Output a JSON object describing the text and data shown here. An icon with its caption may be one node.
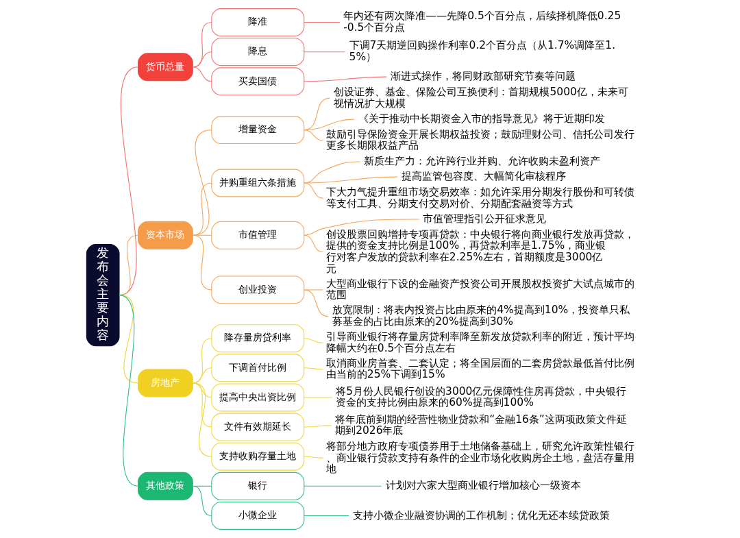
{
  "diagram": {
    "nodes": [
      {
        "text": [
          "发布会主要内容"
        ]
      },
      {
        "text": [
          "货币总量"
        ]
      },
      {
        "text": [
          "降准"
        ]
      },
      {
        "text": [
          "年内还有两次降准——先降0.5个百分点，后续择机降低0.25-0.5个百分点"
        ]
      },
      {
        "text": [
          "降息"
        ]
      },
      {
        "text": [
          "下调7天期逆回购操作利率0.2个百分点（从1.7%调降至1.5%）"
        ]
      },
      {
        "text": [
          "买卖国债"
        ]
      },
      {
        "text": [
          "渐进式操作，将同财政部研究节奏等问题"
        ]
      },
      {
        "text": [
          "资本市场"
        ]
      },
      {
        "text": [
          "增量资金"
        ]
      },
      {
        "text": [
          "创设证券、基金、保险公司互换便利：首期规模5000亿，未来可视情况扩大规模"
        ]
      },
      {
        "text": [
          "《关于推动中长期资金入市的指导意见》将于近期印发"
        ]
      },
      {
        "text": [
          "鼓励引导保险资金开展长期权益投资；鼓励理财公司、信托公司发行更多长期限权益产品"
        ]
      },
      {
        "text": [
          "并购重组六条措施"
        ]
      },
      {
        "text": [
          "新质生产力：允许跨行业并购、允许收购未盈利资产"
        ]
      },
      {
        "text": [
          "提高监管包容度、大幅简化审核程序"
        ]
      },
      {
        "text": [
          "下大力气提升重组市场交易效率：如允许采用分期发行股份和可转债等支付工具、分期支付交易对价、分期配套融资等方式"
        ]
      },
      {
        "text": [
          "市值管理"
        ]
      },
      {
        "text": [
          "市值管理指引公开征求意见"
        ]
      },
      {
        "text": [
          "创设股票回购增持专项再贷款：中央银行将向商业银行发放再贷款，提供的资金支持比例是100%，再贷款利率是1.75%，商业银行对客户发放的贷款利率在2.25%左右，首期额度是3000亿元"
        ]
      },
      {
        "text": [
          "创业投资"
        ]
      },
      {
        "text": [
          "大型商业银行下设的金融资产投资公司开展股权投资扩大试点城市的范围"
        ]
      },
      {
        "text": [
          "放宽限制：将表内投资占比由原来的4%提高到10%，投资单只私募基金的占比由原来的20%提高到30%"
        ]
      },
      {
        "text": [
          "房地产"
        ]
      },
      {
        "text": [
          "降存量房贷利率"
        ]
      },
      {
        "text": [
          "引导商业银行将存量房贷利率降至新发放贷款利率的附近，预计平均降幅大约在0.5个百分点左右"
        ]
      },
      {
        "text": [
          "下调首付比例"
        ]
      },
      {
        "text": [
          "取消商业房首套、二套认定；将全国层面的二套房贷款最低首付比例由当前的25%下调到15%"
        ]
      },
      {
        "text": [
          "提高中央出资比例"
        ]
      },
      {
        "text": [
          "将5月份人民银行创设的3000亿元保障性住房再贷款，中央银行资金的支持比例由原来的60%提高到100%"
        ]
      },
      {
        "text": [
          "文件有效期延长"
        ]
      },
      {
        "text": [
          "将年底前到期的经营性物业贷款和“金融16条”这两项政策文件延期到2026年底"
        ]
      },
      {
        "text": [
          "支持收购存量土地"
        ]
      },
      {
        "text": [
          "将部分地方政府专项债券用于土地储备基础上，研究允许政策性银行、商业银行贷款支持有条件的企业市场化收购房企土地，盘活存量用地"
        ]
      },
      {
        "text": [
          "其他政策"
        ]
      },
      {
        "text": [
          "银行"
        ]
      },
      {
        "text": [
          "计划对六家大型商业银行增加核心一级资本"
        ]
      },
      {
        "text": [
          "小微企业"
        ]
      },
      {
        "text": [
          "支持小微企业融资协调的工作机制；优化无还本续贷政策"
        ]
      }
    ],
    "edges": [
      {
        "from": 0,
        "to": 1,
        "arrow": "none",
        "color": "#f4736e"
      },
      {
        "from": 1,
        "to": 2,
        "arrow": "none",
        "color": "#f4736e"
      },
      {
        "from": 2,
        "to": 3,
        "arrow": "none",
        "color": "#f4736e"
      },
      {
        "from": 1,
        "to": 4,
        "arrow": "none",
        "color": "#f4736e"
      },
      {
        "from": 4,
        "to": 5,
        "arrow": "none",
        "color": "#f4736e"
      },
      {
        "from": 1,
        "to": 6,
        "arrow": "none",
        "color": "#f4736e"
      },
      {
        "from": 6,
        "to": 7,
        "arrow": "none",
        "color": "#f4736e"
      },
      {
        "from": 0,
        "to": 8,
        "arrow": "none",
        "color": "#f7a65a"
      },
      {
        "from": 8,
        "to": 9,
        "arrow": "none",
        "color": "#f7a65a"
      },
      {
        "from": 9,
        "to": 10,
        "arrow": "none",
        "color": "#f7a65a"
      },
      {
        "from": 9,
        "to": 11,
        "arrow": "none",
        "color": "#f7a65a"
      },
      {
        "from": 9,
        "to": 12,
        "arrow": "none",
        "color": "#f7a65a"
      },
      {
        "from": 8,
        "to": 13,
        "arrow": "none",
        "color": "#f7a65a"
      },
      {
        "from": 13,
        "to": 14,
        "arrow": "none",
        "color": "#f7a65a"
      },
      {
        "from": 13,
        "to": 15,
        "arrow": "none",
        "color": "#f7a65a"
      },
      {
        "from": 13,
        "to": 16,
        "arrow": "none",
        "color": "#f7a65a"
      },
      {
        "from": 8,
        "to": 17,
        "arrow": "none",
        "color": "#f7a65a"
      },
      {
        "from": 17,
        "to": 18,
        "arrow": "none",
        "color": "#f7a65a"
      },
      {
        "from": 17,
        "to": 19,
        "arrow": "none",
        "color": "#f7a65a"
      },
      {
        "from": 8,
        "to": 20,
        "arrow": "none",
        "color": "#f7a65a"
      },
      {
        "from": 20,
        "to": 21,
        "arrow": "none",
        "color": "#f7a65a"
      },
      {
        "from": 20,
        "to": 22,
        "arrow": "none",
        "color": "#f7a65a"
      },
      {
        "from": 0,
        "to": 23,
        "arrow": "none",
        "color": "#f2d53c"
      },
      {
        "from": 23,
        "to": 24,
        "arrow": "none",
        "color": "#f2d53c"
      },
      {
        "from": 24,
        "to": 25,
        "arrow": "none",
        "color": "#f2d53c"
      },
      {
        "from": 23,
        "to": 26,
        "arrow": "none",
        "color": "#f2d53c"
      },
      {
        "from": 26,
        "to": 27,
        "arrow": "none",
        "color": "#f2d53c"
      },
      {
        "from": 23,
        "to": 28,
        "arrow": "none",
        "color": "#f2d53c"
      },
      {
        "from": 28,
        "to": 29,
        "arrow": "none",
        "color": "#f2d53c"
      },
      {
        "from": 23,
        "to": 30,
        "arrow": "none",
        "color": "#f2d53c"
      },
      {
        "from": 30,
        "to": 31,
        "arrow": "none",
        "color": "#f2d53c"
      },
      {
        "from": 23,
        "to": 32,
        "arrow": "none",
        "color": "#f2d53c"
      },
      {
        "from": 32,
        "to": 33,
        "arrow": "none",
        "color": "#f2d53c"
      },
      {
        "from": 0,
        "to": 34,
        "arrow": "none",
        "color": "#2fc184"
      },
      {
        "from": 34,
        "to": 35,
        "arrow": "none",
        "color": "#2fc184"
      },
      {
        "from": 35,
        "to": 36,
        "arrow": "none",
        "color": "#2fc184"
      },
      {
        "from": 34,
        "to": 37,
        "arrow": "none",
        "color": "#2fc184"
      },
      {
        "from": 37,
        "to": 38,
        "arrow": "none",
        "color": "#2fc184"
      }
    ]
  }
}
